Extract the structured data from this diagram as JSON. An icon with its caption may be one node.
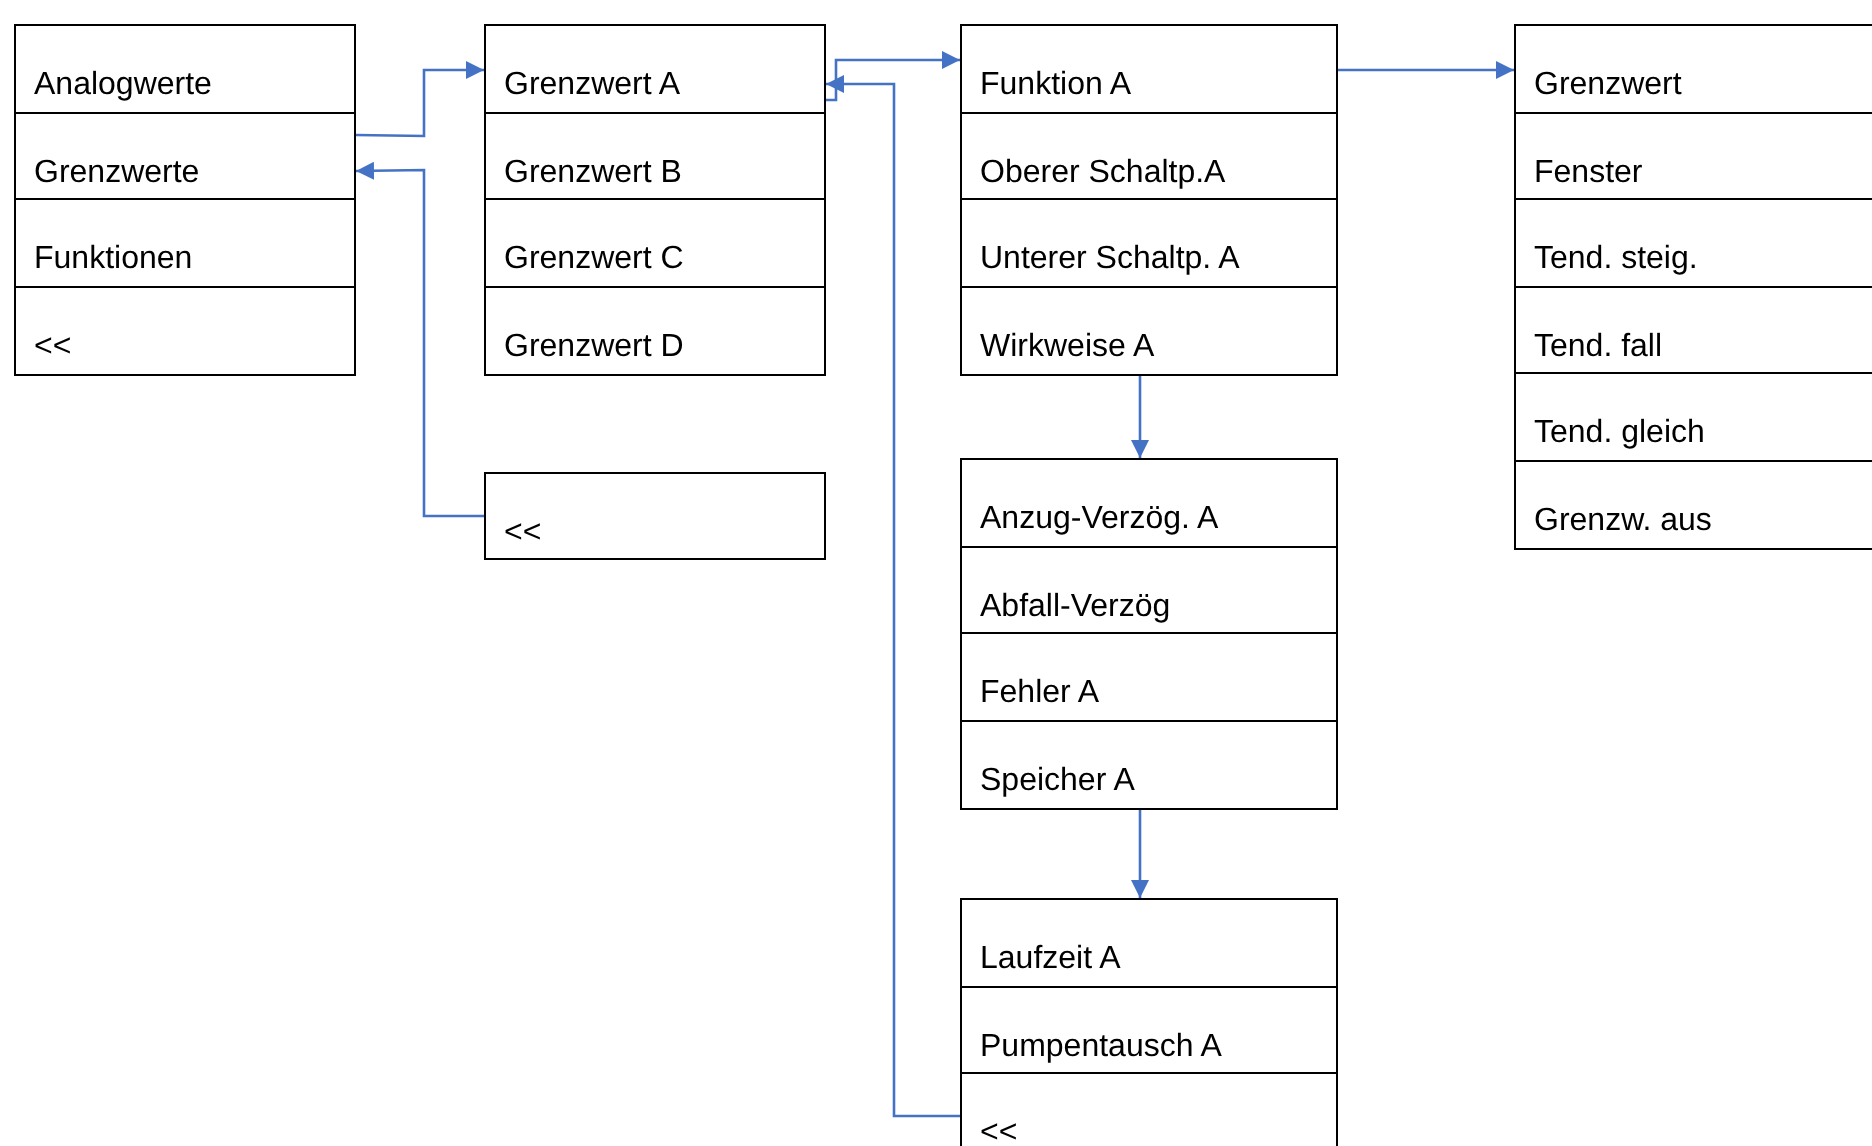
{
  "diagram": {
    "nodes": [
      {
        "text": [
          "Analogwerte"
        ]
      },
      {
        "text": [
          "Grenzwerte"
        ]
      },
      {
        "text": [
          "Funktionen"
        ]
      },
      {
        "text": [
          "<<"
        ]
      },
      {
        "text": [
          "Grenzwert A"
        ]
      },
      {
        "text": [
          "Grenzwert B"
        ]
      },
      {
        "text": [
          "Grenzwert C"
        ]
      },
      {
        "text": [
          "Grenzwert D"
        ]
      },
      {
        "text": [
          "<<"
        ]
      },
      {
        "text": [
          "Funktion A"
        ]
      },
      {
        "text": [
          "Oberer Schaltp.A"
        ]
      },
      {
        "text": [
          "Unterer Schaltp. A"
        ]
      },
      {
        "text": [
          "Wirkweise A"
        ]
      },
      {
        "text": [
          "Anzug-Verzög. A"
        ]
      },
      {
        "text": [
          "Abfall-Verzög"
        ]
      },
      {
        "text": [
          "Fehler A"
        ]
      },
      {
        "text": [
          "Speicher A"
        ]
      },
      {
        "text": [
          "Laufzeit A"
        ]
      },
      {
        "text": [
          "Pumpentausch A"
        ]
      },
      {
        "text": [
          "<<"
        ]
      },
      {
        "text": [
          "Grenzwert"
        ]
      },
      {
        "text": [
          "Fenster"
        ]
      },
      {
        "text": [
          "Tend. steig."
        ]
      },
      {
        "text": [
          "Tend. fall"
        ]
      },
      {
        "text": [
          "Tend. gleich"
        ]
      },
      {
        "text": [
          "Grenzw. aus"
        ]
      }
    ],
    "edges": [
      {
        "from": 1,
        "to": 4,
        "arrow": "to"
      },
      {
        "from": 8,
        "to": 1,
        "arrow": "to"
      },
      {
        "from": 4,
        "to": 9,
        "arrow": "to"
      },
      {
        "from": 9,
        "to": 20,
        "arrow": "to"
      },
      {
        "from": 12,
        "to": 13,
        "arrow": "to"
      },
      {
        "from": 16,
        "to": 17,
        "arrow": "to"
      },
      {
        "from": 19,
        "to": 4,
        "arrow": "to"
      }
    ]
  }
}
